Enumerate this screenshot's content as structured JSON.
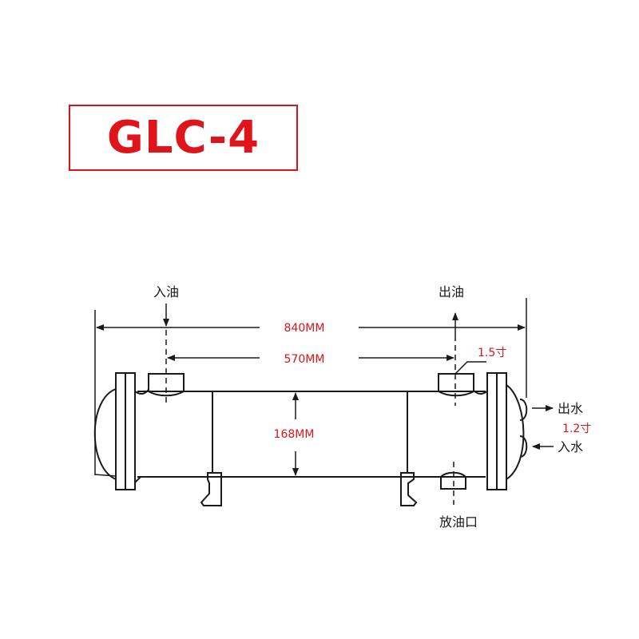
{
  "title": {
    "model": "GLC-4",
    "color": "#e0151b"
  },
  "labels": {
    "oil_in": "入油",
    "oil_out": "出油",
    "water_out": "出水",
    "water_in": "入水",
    "oil_drain": "放油口"
  },
  "dimensions": {
    "overall_length": "840MM",
    "port_spacing": "570MM",
    "shell_diameter": "168MM",
    "oil_port_size": "1.5寸",
    "water_port_size": "1.2寸"
  },
  "colors": {
    "dimension": "#d9151b",
    "line": "#1a1a1a"
  }
}
